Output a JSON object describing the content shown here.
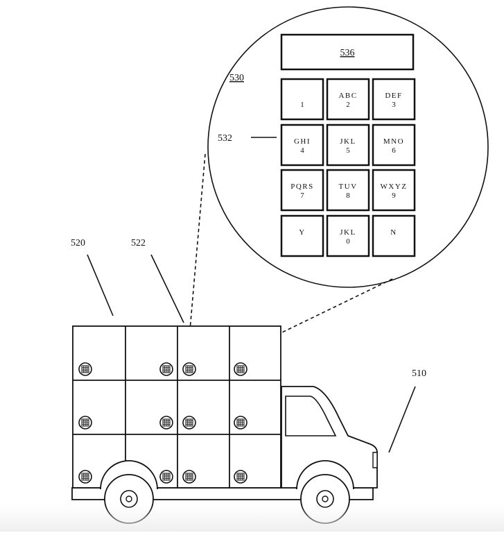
{
  "labels": {
    "truck": "510",
    "lockers": "520",
    "locker": "522",
    "keypad_enlarged": "530",
    "keypad_buttons": "532",
    "display": "536"
  },
  "keypad": {
    "keys": [
      {
        "letters": "",
        "digit": "1"
      },
      {
        "letters": "ABC",
        "digit": "2"
      },
      {
        "letters": "DEF",
        "digit": "3"
      },
      {
        "letters": "GHI",
        "digit": "4"
      },
      {
        "letters": "JKL",
        "digit": "5"
      },
      {
        "letters": "MNO",
        "digit": "6"
      },
      {
        "letters": "PQRS",
        "digit": "7"
      },
      {
        "letters": "TUV",
        "digit": "8"
      },
      {
        "letters": "WXYZ",
        "digit": "9"
      },
      {
        "letters": "Y",
        "digit": ""
      },
      {
        "letters": "JKL",
        "digit": "0"
      },
      {
        "letters": "N",
        "digit": ""
      }
    ]
  },
  "colors": {
    "line": "#111111",
    "background": "#ffffff"
  }
}
